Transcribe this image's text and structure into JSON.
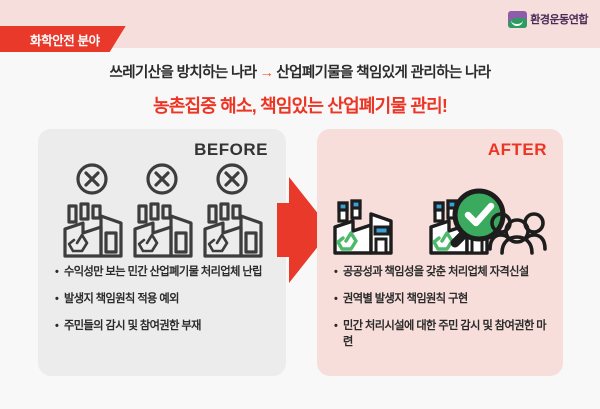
{
  "header": {
    "category_tab_label": "화학안전 분야",
    "org_logo_name": "환경운동연합",
    "band_color": "#f5dedb",
    "tab_color": "#e8392a"
  },
  "titles": {
    "line1_before": "쓰레기산을 방치하는 나라",
    "line1_arrow": "→",
    "line1_after": "산업폐기물을 책임있게 관리하는 나라",
    "line2": "농촌집중 해소, 책임있는 산업폐기물 관리!",
    "line2_color": "#ec3524"
  },
  "panels": {
    "before": {
      "tag": "BEFORE",
      "background": "#ececec",
      "tag_color": "#333333",
      "bullets": [
        "수익성만 보는 민간 산업폐기물 처리업체 난립",
        "발생지 책임원칙 적용 예외",
        "주민들의 감시 및 참여권한 부재"
      ],
      "icons": [
        "x-mark-icon",
        "x-mark-icon",
        "x-mark-icon",
        "factory-icon",
        "factory-icon",
        "factory-icon"
      ]
    },
    "after": {
      "tag": "AFTER",
      "background": "#f7dedb",
      "tag_color": "#ec3524",
      "bullets": [
        "공공성과 책임성을 갖춘 처리업체 자격신설",
        "권역별 발생지 책임원칙 구현",
        "민간 처리시설에 대한 주민 감시 및 참여권한 마련"
      ],
      "icons": [
        "factory-icon",
        "factory-icon",
        "magnifier-check-icon",
        "people-group-icon"
      ],
      "accent_green": "#3aaa5e",
      "accent_blue": "#3aa0d8"
    }
  },
  "transition_arrow": {
    "name": "right-arrow",
    "color": "#e8392a"
  }
}
